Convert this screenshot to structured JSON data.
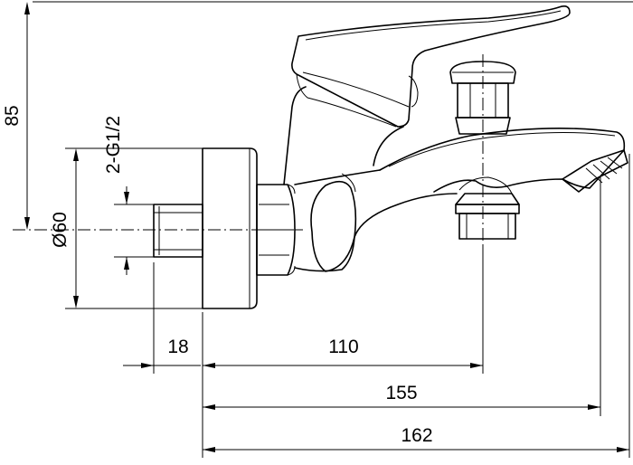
{
  "dimensions": {
    "height_total": "85",
    "thread_spec": "2-G1/2",
    "flange_diameter": "Ø60",
    "thread_length": "18",
    "center_to_spout_outlet": "110",
    "center_to_spout_tip": "155",
    "center_to_overall_tip": "162"
  }
}
